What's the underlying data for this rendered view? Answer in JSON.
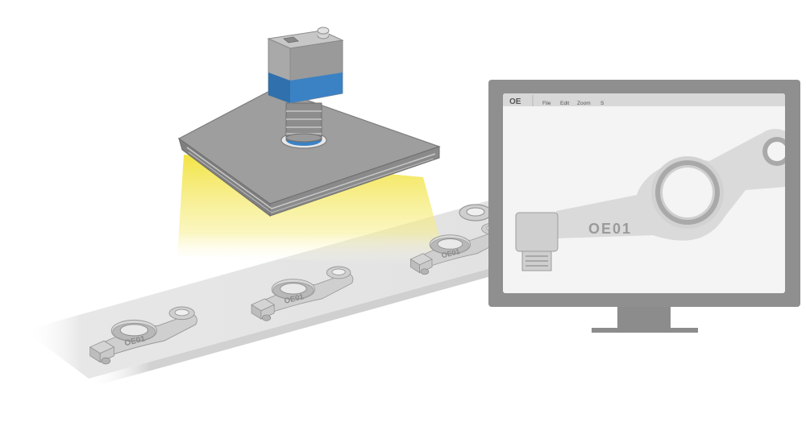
{
  "scene": {
    "part_label": "OE01",
    "conveyor_parts": [
      {
        "label": "OE01"
      },
      {
        "label": "OE01"
      },
      {
        "label": "OE01"
      },
      {
        "label": ""
      }
    ]
  },
  "monitor": {
    "logo_text": "OE",
    "menu": [
      "File",
      "Edit",
      "Zoom",
      "S"
    ],
    "screen_part_label": "OE01"
  },
  "colors": {
    "light_beam": "#f2e23a",
    "camera_band": "#3b82c4",
    "metal": "#a8a8a8",
    "monitor_frame": "#8f8f8f",
    "conveyor": "#e6e6e6"
  }
}
